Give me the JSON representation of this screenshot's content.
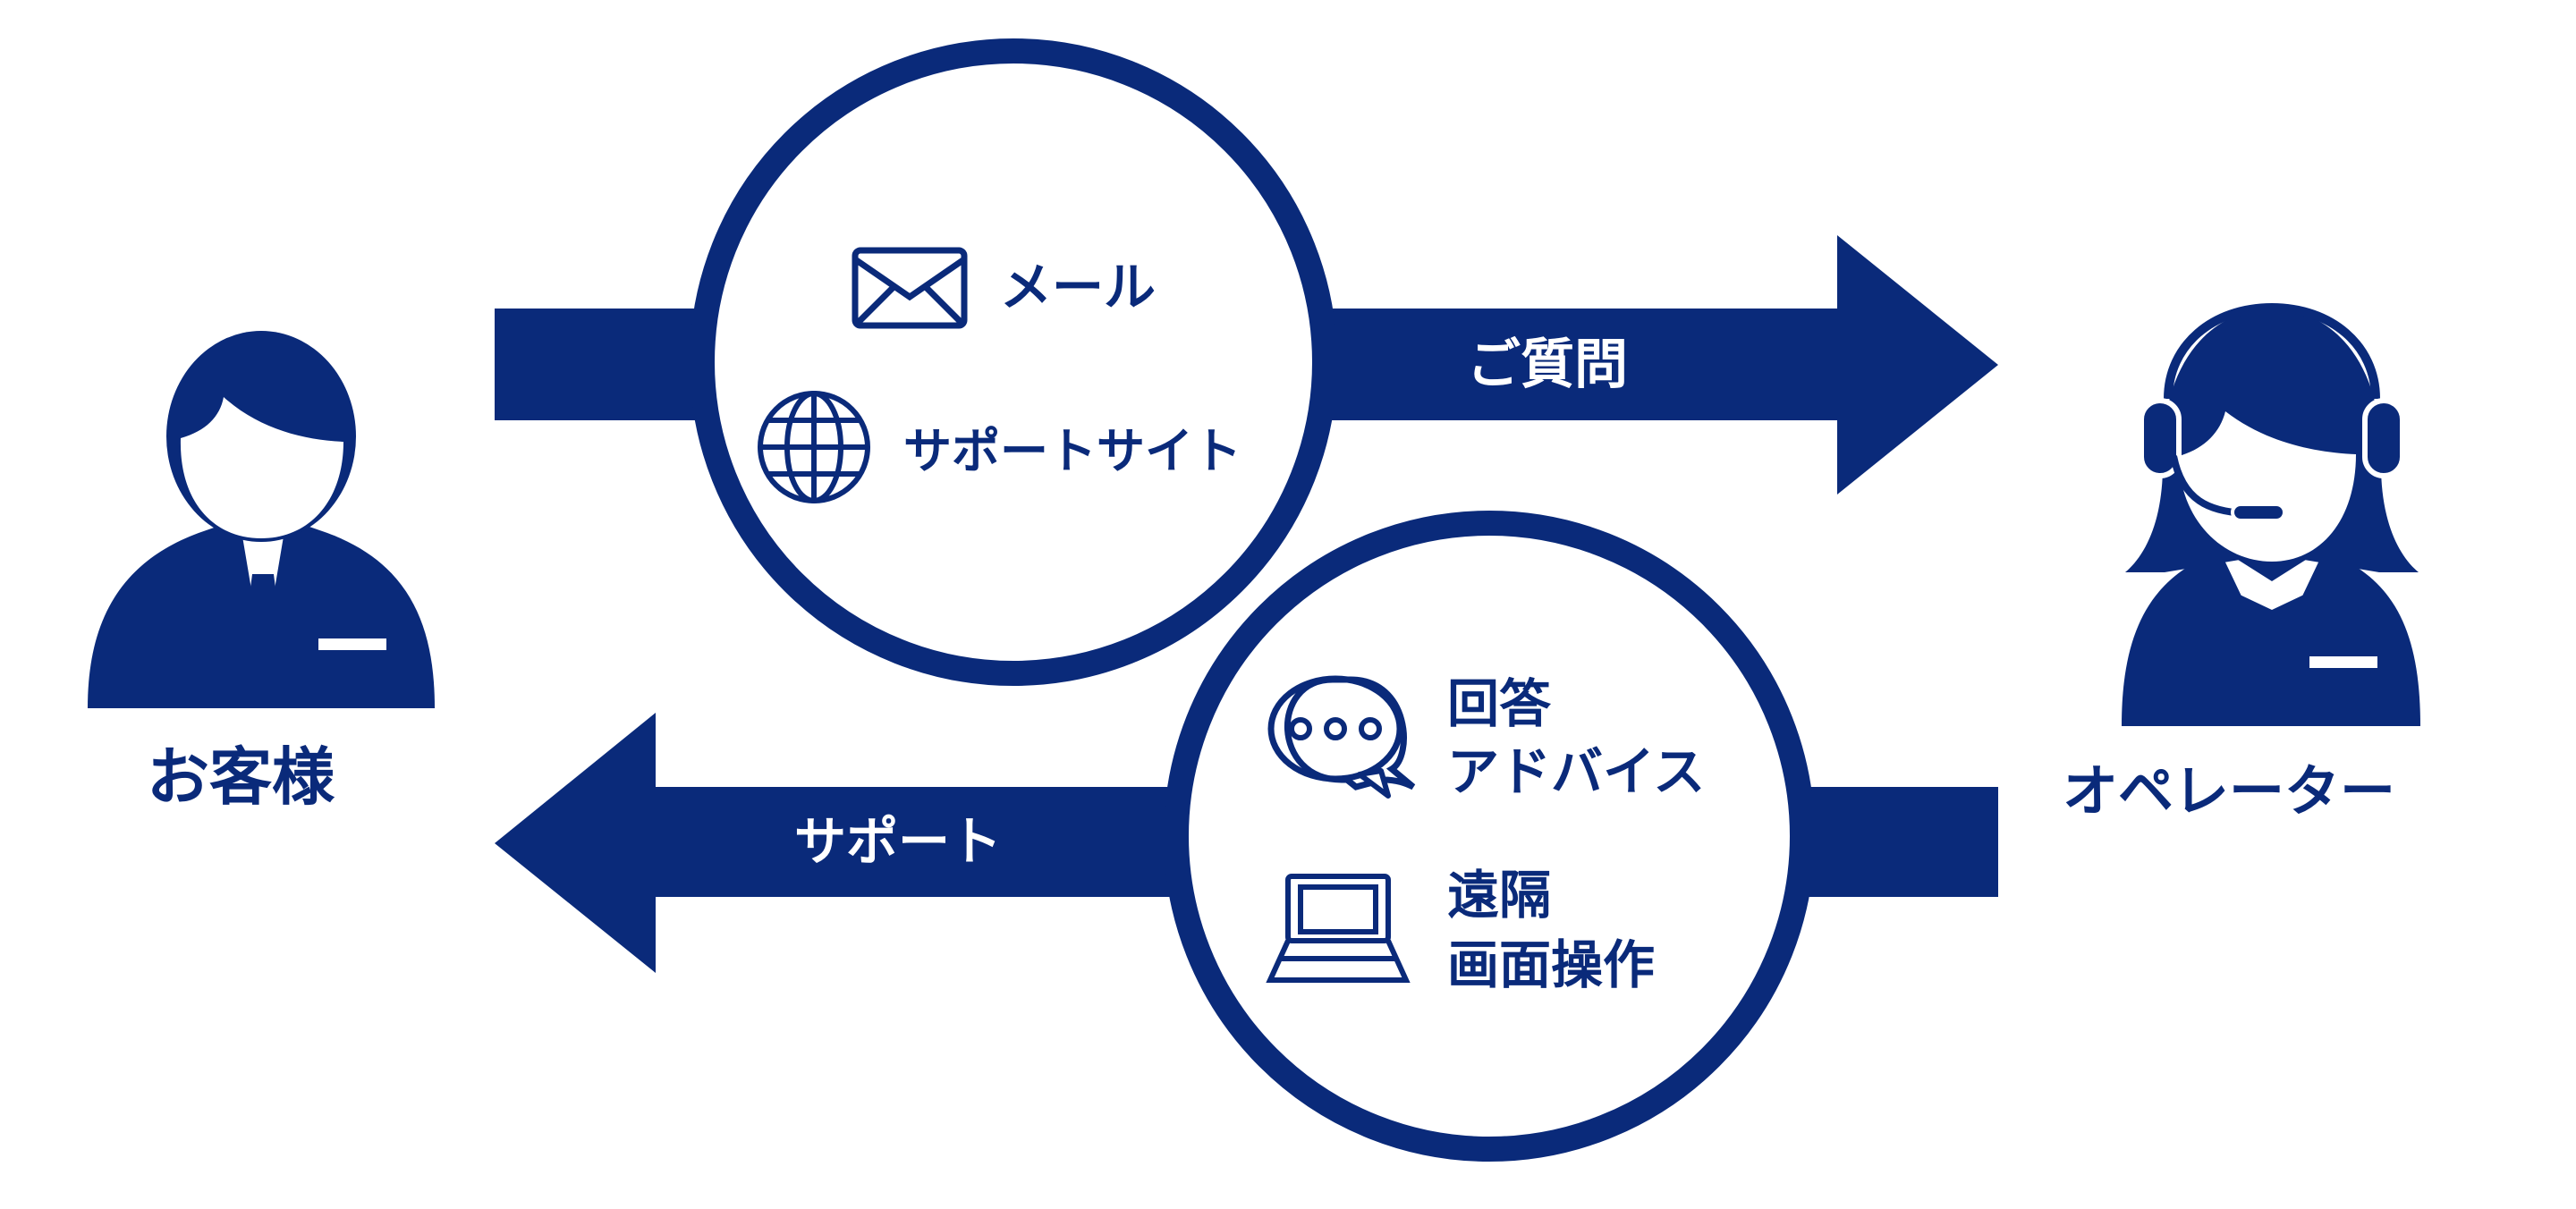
{
  "colors": {
    "primary": "#0a2a7a",
    "background": "#ffffff"
  },
  "customer": {
    "label": "お客様",
    "icon": "customer-person-icon"
  },
  "operator": {
    "label": "オペレーター",
    "icon": "operator-headset-icon"
  },
  "top_arrow": {
    "label": "ご質問",
    "direction": "right"
  },
  "bottom_arrow": {
    "label": "サポート",
    "direction": "left"
  },
  "inquiry_channels": {
    "items": [
      {
        "label": "メール",
        "icon": "envelope-icon"
      },
      {
        "label": "サポートサイト",
        "icon": "globe-icon"
      }
    ]
  },
  "support_methods": {
    "items": [
      {
        "label_line1": "回答",
        "label_line2": "アドバイス",
        "icon": "speech-bubble-icon"
      },
      {
        "label_line1": "遠隔",
        "label_line2": "画面操作",
        "icon": "laptop-icon"
      }
    ]
  }
}
